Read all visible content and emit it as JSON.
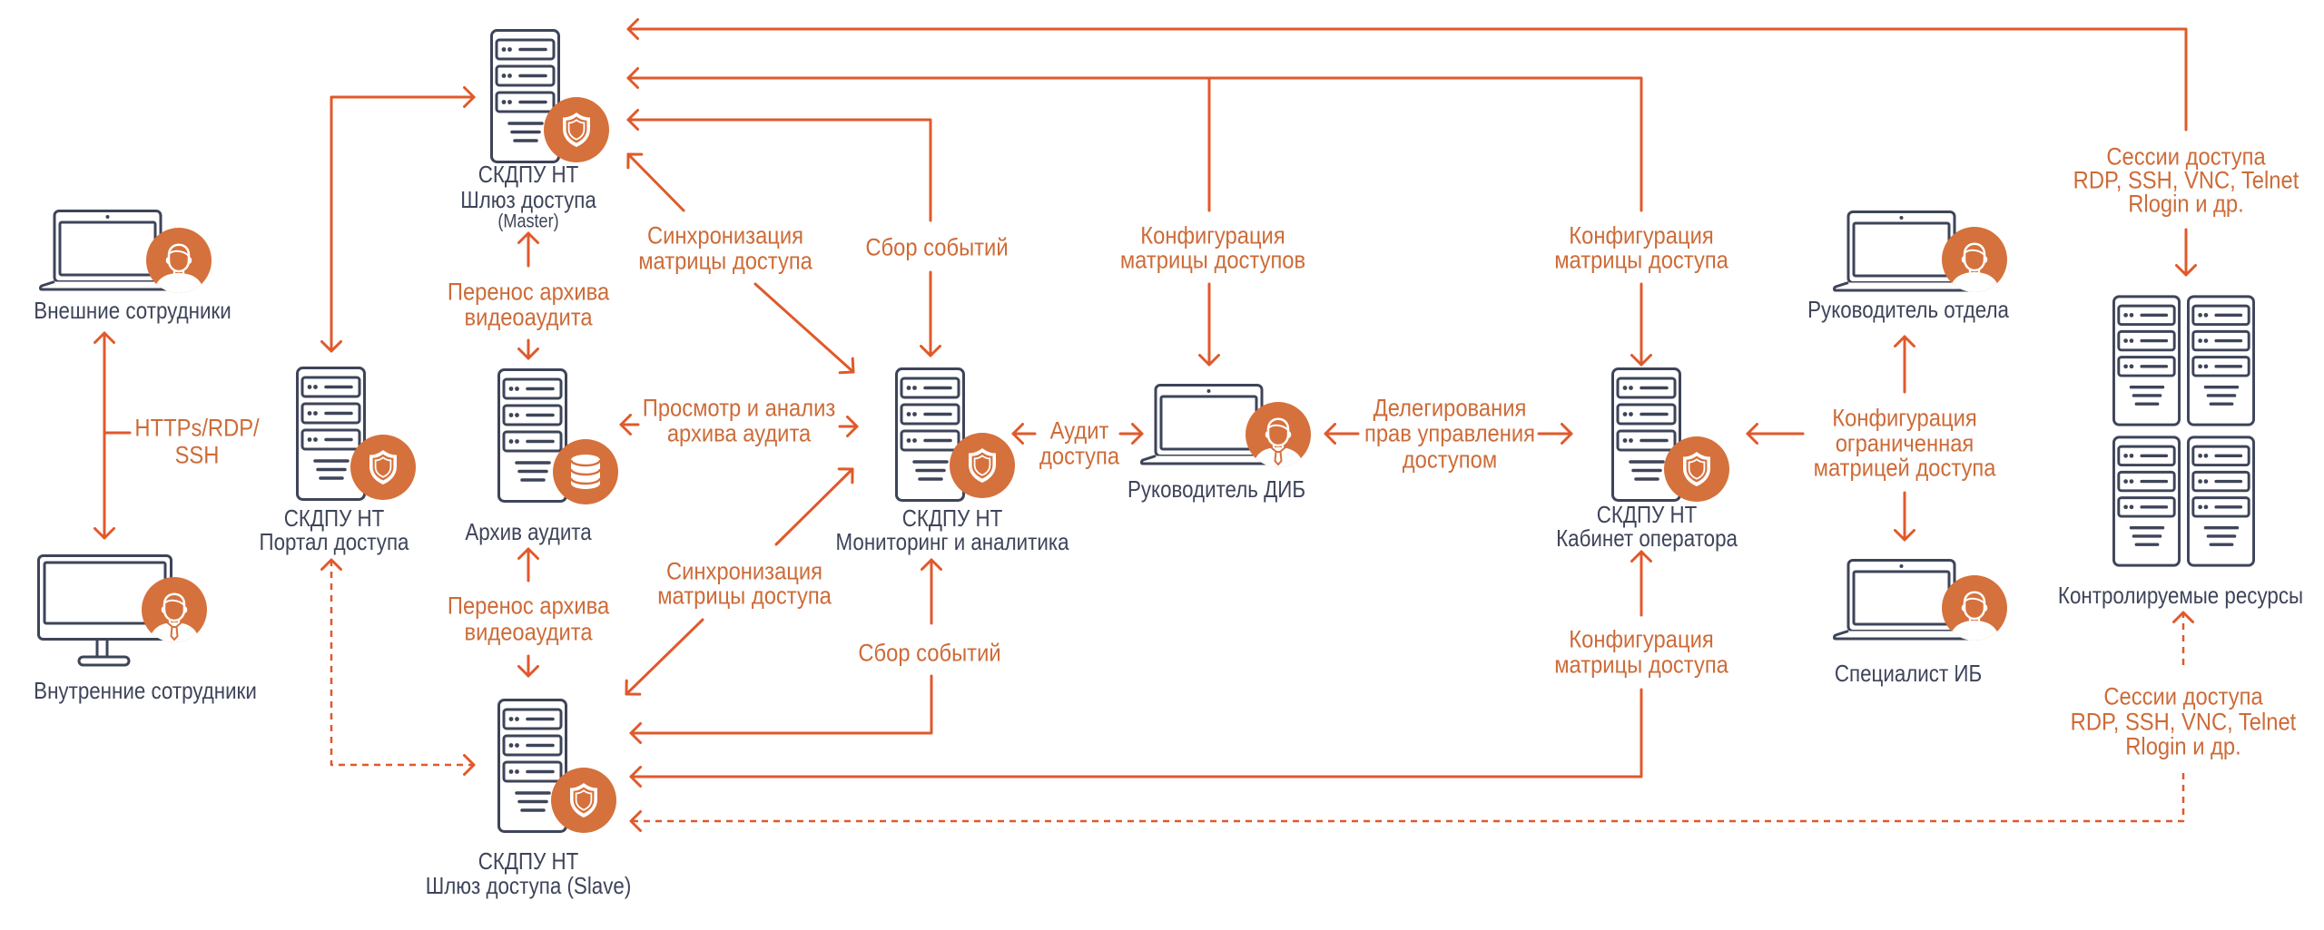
{
  "colors": {
    "accent": "#e0592b",
    "label": "#cd6b38",
    "badge": "#d5713c",
    "dark": "#3e4459",
    "background": "#ffffff"
  },
  "nodes": {
    "master": {
      "icon": "server-shield-icon",
      "lines": [
        "СКДПУ НТ",
        "Шлюз доступа",
        "(Master)"
      ]
    },
    "portal": {
      "icon": "server-shield-icon",
      "lines": [
        "СКДПУ НТ",
        "Портал доступа"
      ]
    },
    "archive": {
      "icon": "server-database-icon",
      "lines": [
        "Архив аудита"
      ]
    },
    "monitoring": {
      "icon": "server-shield-icon",
      "lines": [
        "СКДПУ НТ",
        "Мониторинг и аналитика"
      ]
    },
    "slave": {
      "icon": "server-shield-icon",
      "lines": [
        "СКДПУ НТ",
        "Шлюз доступа (Slave)"
      ]
    },
    "cabinet": {
      "icon": "server-shield-icon",
      "lines": [
        "СКДПУ НТ",
        "Кабинет оператора"
      ]
    },
    "external_staff": {
      "icon": "laptop-user-icon",
      "lines": [
        "Внешние сотрудники"
      ]
    },
    "internal_staff": {
      "icon": "monitor-user-icon",
      "lines": [
        "Внутренние сотрудники"
      ]
    },
    "head_dib": {
      "icon": "laptop-user-tie-icon",
      "lines": [
        "Руководитель ДИБ"
      ]
    },
    "head_dept": {
      "icon": "laptop-user-icon",
      "lines": [
        "Руководитель отдела"
      ]
    },
    "specialist": {
      "icon": "laptop-user-icon",
      "lines": [
        "Специалист ИБ"
      ]
    },
    "resources": {
      "icon": "server-rack-icon",
      "lines": [
        "Контролируемые ресурсы"
      ]
    }
  },
  "edges": {
    "protocols": {
      "lines": [
        "HTTPs/RDP/",
        "SSH"
      ]
    },
    "sync_top": {
      "lines": [
        "Синхронизация",
        "матрицы доступа"
      ]
    },
    "sync_bottom": {
      "lines": [
        "Синхронизация",
        "матрицы доступа"
      ]
    },
    "archive_transfer_top": {
      "lines": [
        "Перенос архива",
        "видеоаудита"
      ]
    },
    "archive_transfer_bottom": {
      "lines": [
        "Перенос архива",
        "видеоаудита"
      ]
    },
    "events_top": {
      "lines": [
        "Сбор событий"
      ]
    },
    "events_bottom": {
      "lines": [
        "Сбор событий"
      ]
    },
    "review": {
      "lines": [
        "Просмотр и анализ",
        "архива аудита"
      ]
    },
    "audit": {
      "lines": [
        "Аудит",
        "доступа"
      ]
    },
    "config_dib": {
      "lines": [
        "Конфигурация",
        "матрицы доступов"
      ]
    },
    "config_cabinet_top": {
      "lines": [
        "Конфигурация",
        "матрицы доступа"
      ]
    },
    "config_cabinet_bottom": {
      "lines": [
        "Конфигурация",
        "матрицы доступа"
      ]
    },
    "delegation": {
      "lines": [
        "Делегирования",
        "прав управления",
        "доступом"
      ]
    },
    "config_limited": {
      "lines": [
        "Конфигурация",
        "ограниченная",
        "матрицей доступа"
      ]
    },
    "sessions_top": {
      "lines": [
        "Сессии доступа",
        "RDP, SSH, VNC, Telnet",
        "Rlogin и др."
      ]
    },
    "sessions_bottom": {
      "lines": [
        "Сессии доступа",
        "RDP, SSH, VNC, Telnet",
        "Rlogin и др."
      ]
    }
  }
}
